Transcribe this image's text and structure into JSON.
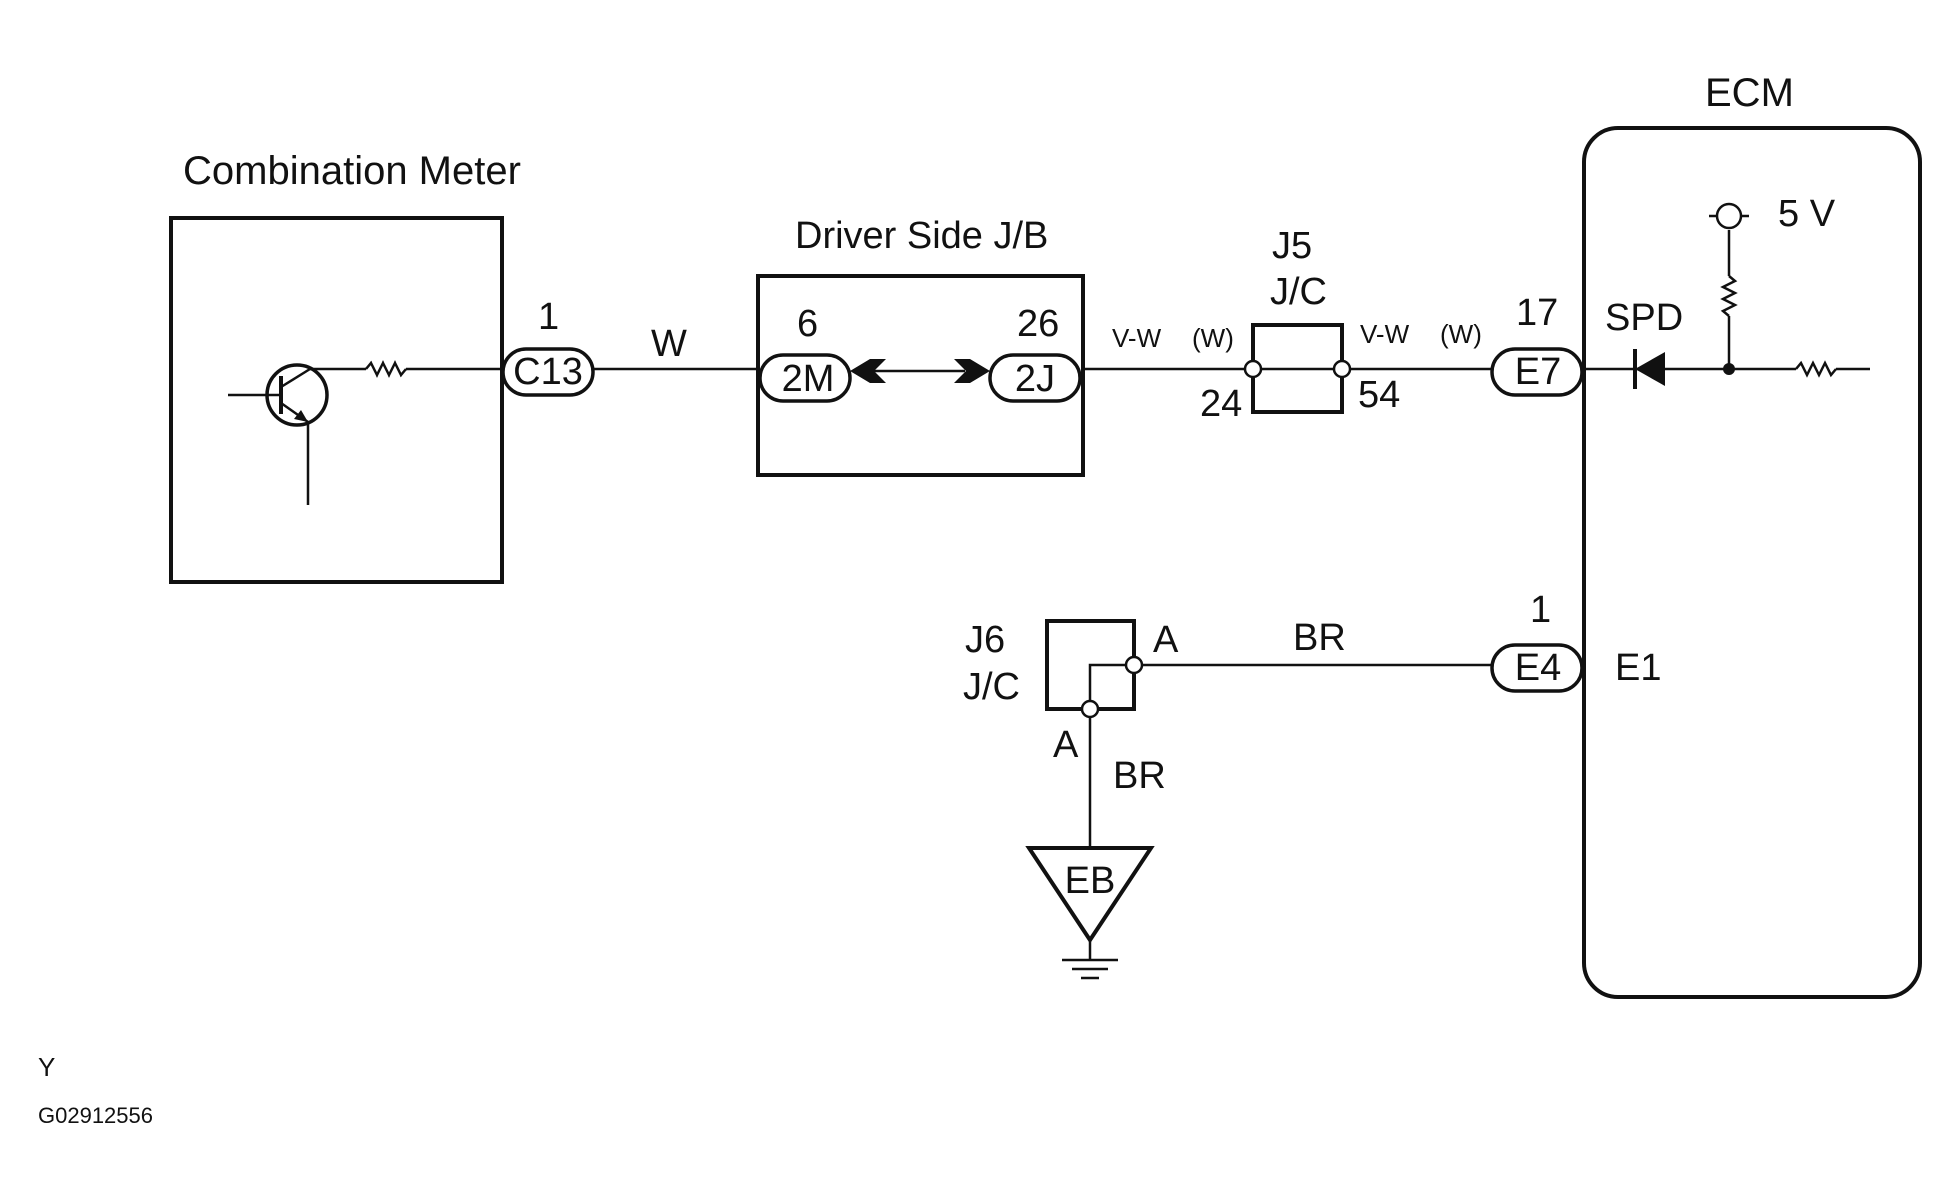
{
  "components": {
    "combination_meter": {
      "title": "Combination Meter",
      "pin": "1",
      "connector": "C13"
    },
    "driver_side_jb": {
      "title": "Driver Side J/B",
      "left_pin": "6",
      "left_connector": "2M",
      "right_pin": "26",
      "right_connector": "2J"
    },
    "j5": {
      "name": "J5",
      "type": "J/C",
      "left_terminal": "24",
      "right_terminal": "54"
    },
    "j6": {
      "name": "J6",
      "type": "J/C",
      "terminal_right": "A",
      "terminal_bottom": "A"
    },
    "ecm": {
      "title": "ECM",
      "spd_pin": "17",
      "spd_connector": "E7",
      "spd_label": "SPD",
      "supply_label": "5 V",
      "ground_pin": "1",
      "ground_connector": "E4",
      "ground_terminal": "E1"
    },
    "ground": {
      "label": "EB"
    }
  },
  "wires": {
    "meter_to_jb": "W",
    "jb_to_j5": "V-W",
    "jb_to_j5_alt": "(W)",
    "j5_to_ecm": "V-W",
    "j5_to_ecm_alt": "(W)",
    "j6_to_ecm": "BR",
    "j6_to_ground": "BR"
  },
  "footer": {
    "code_letter": "Y",
    "figure_id": "G02912556"
  }
}
